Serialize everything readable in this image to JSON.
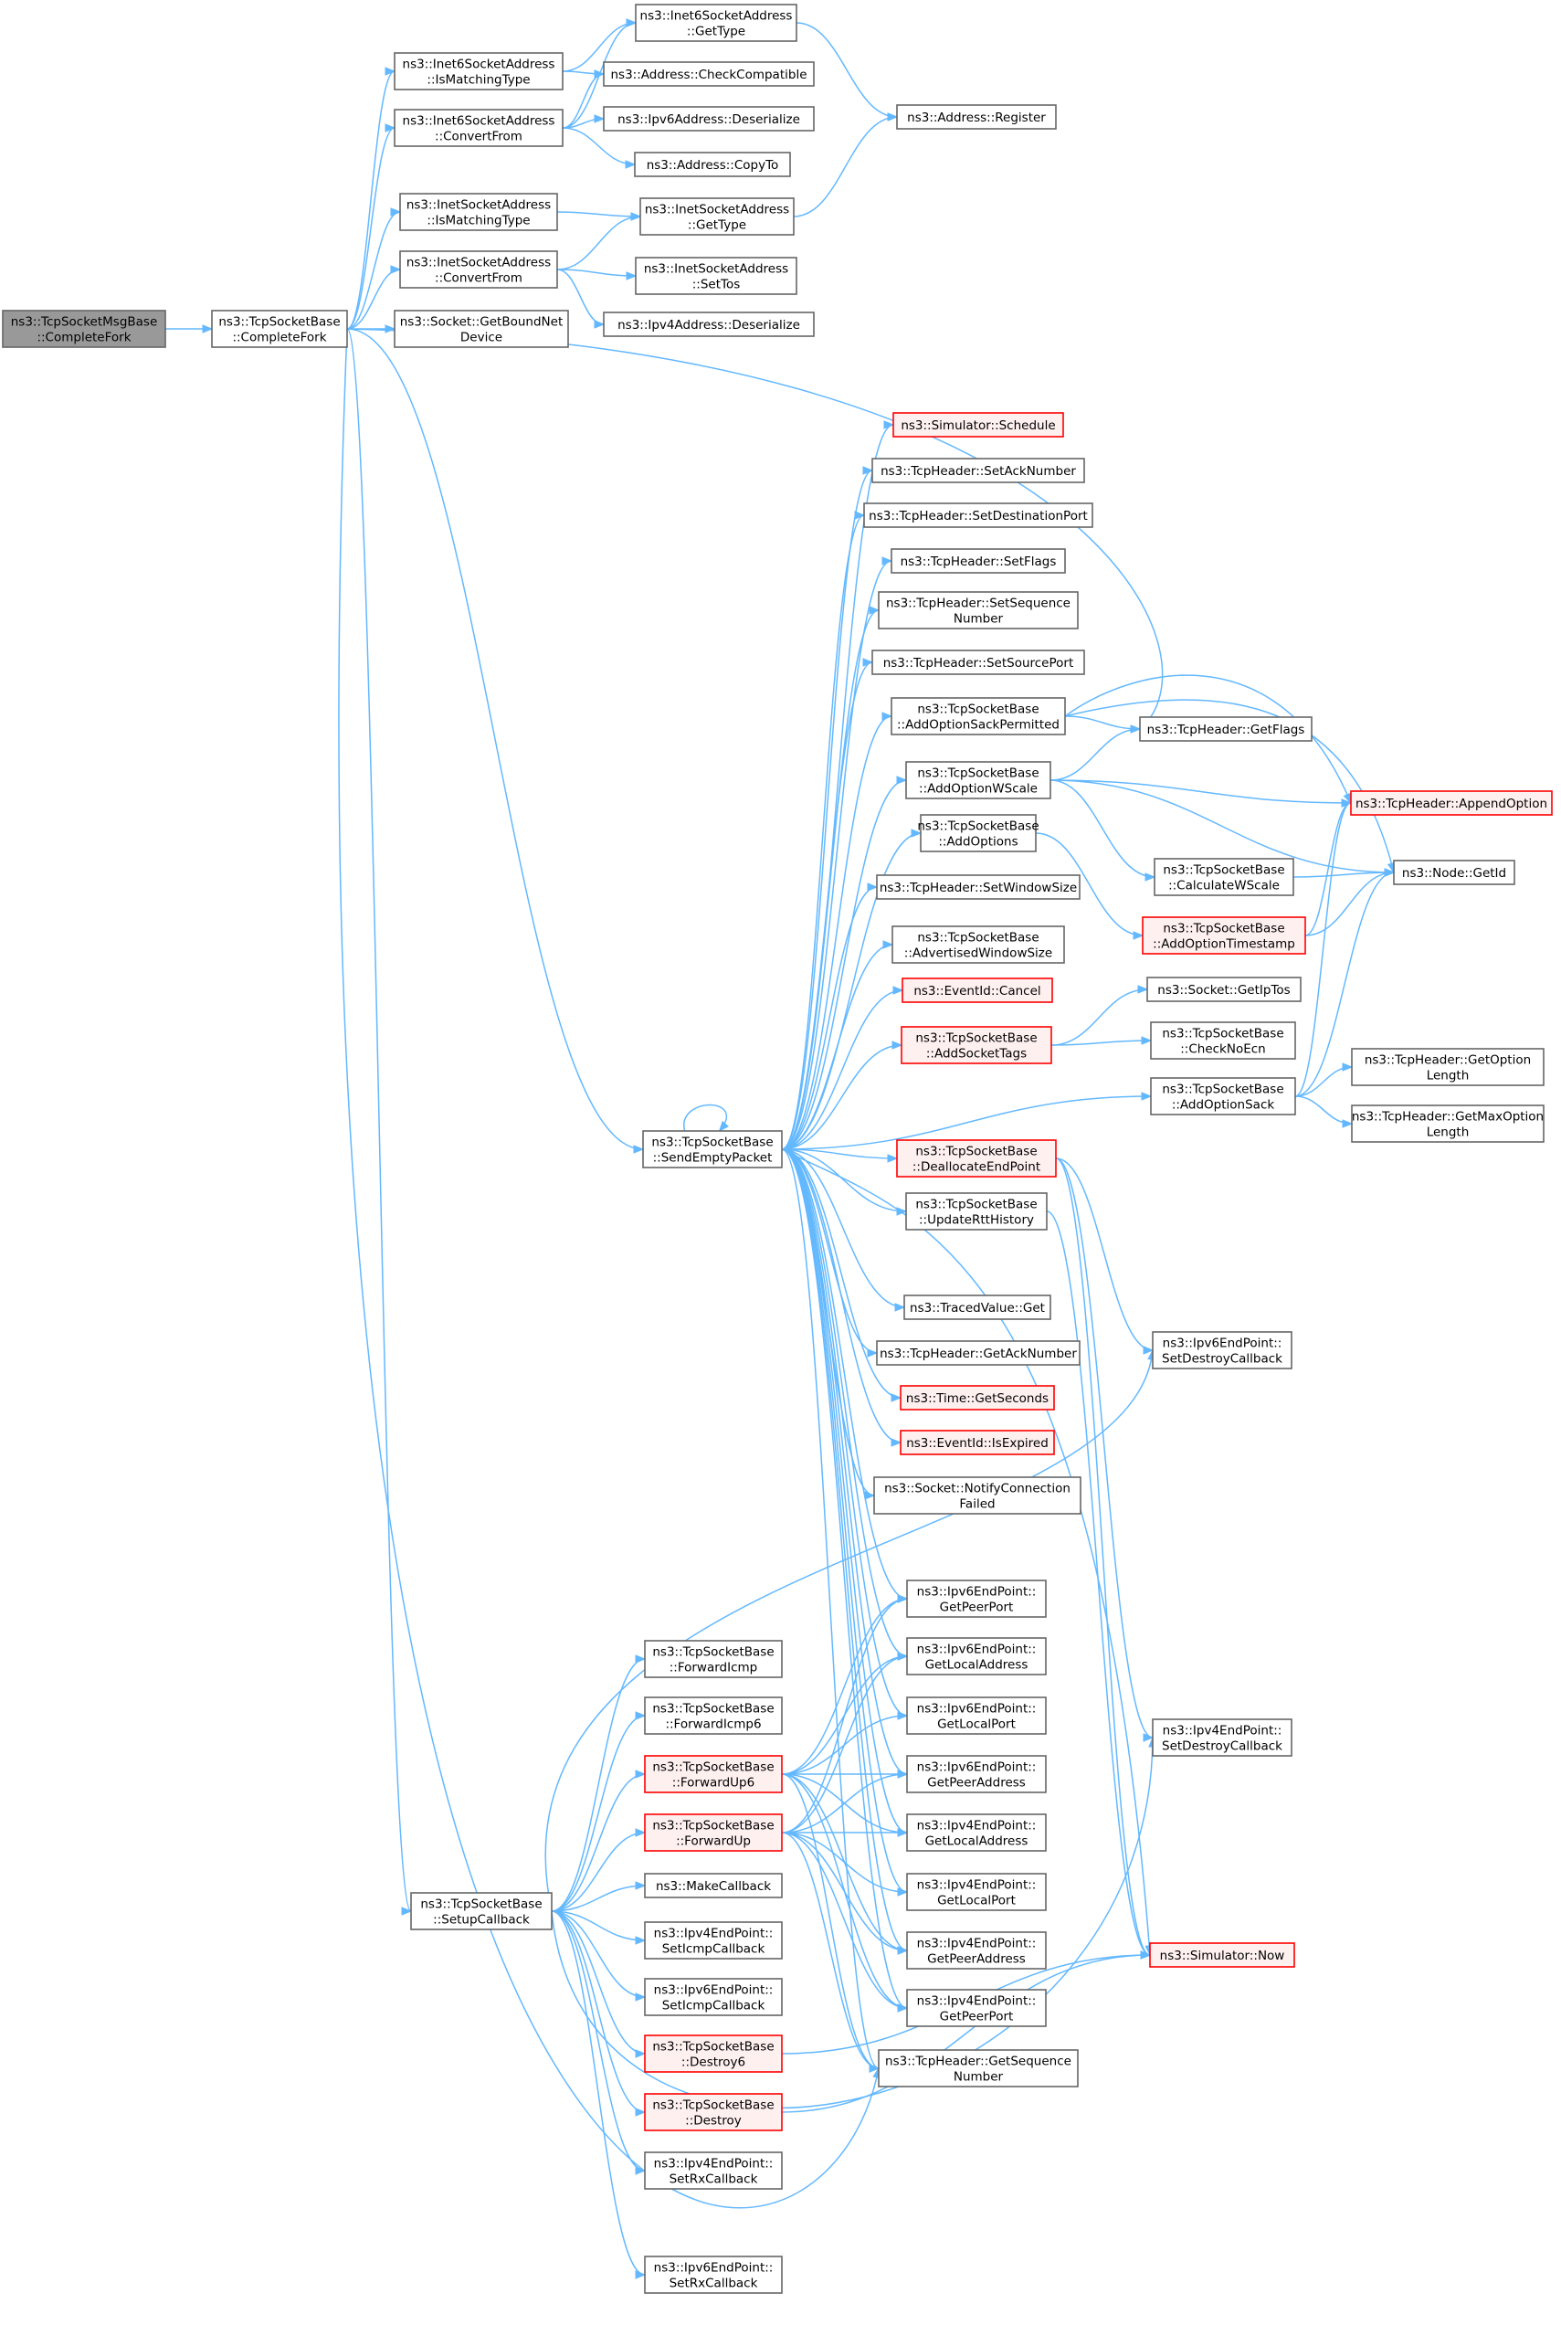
{
  "colors": {
    "edge": "#63b8ff",
    "node_fill": "#ffffff",
    "node_border": "#666666",
    "root_fill": "#999999",
    "root_border": "#666666",
    "truncated_fill": "#fff0f0",
    "truncated_border": "#ff0000"
  },
  "nodes": [
    {
      "id": "root",
      "lines": [
        "ns3::TcpSocketMsgBase",
        "::CompleteFork"
      ],
      "style": "root"
    },
    {
      "id": "cf",
      "lines": [
        "ns3::TcpSocketBase",
        "::CompleteFork"
      ],
      "style": "normal"
    },
    {
      "id": "i6imt",
      "lines": [
        "ns3::Inet6SocketAddress",
        "::IsMatchingType"
      ],
      "style": "normal"
    },
    {
      "id": "i6gt",
      "lines": [
        "ns3::Inet6SocketAddress",
        "::GetType"
      ],
      "style": "normal"
    },
    {
      "id": "acc",
      "lines": [
        "ns3::Address::CheckCompatible"
      ],
      "style": "normal"
    },
    {
      "id": "areg",
      "lines": [
        "ns3::Address::Register"
      ],
      "style": "normal"
    },
    {
      "id": "i6cf",
      "lines": [
        "ns3::Inet6SocketAddress",
        "::ConvertFrom"
      ],
      "style": "normal"
    },
    {
      "id": "ip6des",
      "lines": [
        "ns3::Ipv6Address::Deserialize"
      ],
      "style": "normal"
    },
    {
      "id": "acopy",
      "lines": [
        "ns3::Address::CopyTo"
      ],
      "style": "normal"
    },
    {
      "id": "i4imt",
      "lines": [
        "ns3::InetSocketAddress",
        "::IsMatchingType"
      ],
      "style": "normal"
    },
    {
      "id": "i4gt",
      "lines": [
        "ns3::InetSocketAddress",
        "::GetType"
      ],
      "style": "normal"
    },
    {
      "id": "i4cf",
      "lines": [
        "ns3::InetSocketAddress",
        "::ConvertFrom"
      ],
      "style": "normal"
    },
    {
      "id": "i4tos",
      "lines": [
        "ns3::InetSocketAddress",
        "::SetTos"
      ],
      "style": "normal"
    },
    {
      "id": "ip4des",
      "lines": [
        "ns3::Ipv4Address::Deserialize"
      ],
      "style": "normal"
    },
    {
      "id": "sgbnd",
      "lines": [
        "ns3::Socket::GetBoundNet",
        "Device"
      ],
      "style": "normal"
    },
    {
      "id": "sched",
      "lines": [
        "ns3::Simulator::Schedule"
      ],
      "style": "trunc"
    },
    {
      "id": "setack",
      "lines": [
        "ns3::TcpHeader::SetAckNumber"
      ],
      "style": "normal"
    },
    {
      "id": "setdp",
      "lines": [
        "ns3::TcpHeader::SetDestinationPort"
      ],
      "style": "normal"
    },
    {
      "id": "setfl",
      "lines": [
        "ns3::TcpHeader::SetFlags"
      ],
      "style": "normal"
    },
    {
      "id": "setseq",
      "lines": [
        "ns3::TcpHeader::SetSequence",
        "Number"
      ],
      "style": "normal"
    },
    {
      "id": "setsp",
      "lines": [
        "ns3::TcpHeader::SetSourcePort"
      ],
      "style": "normal"
    },
    {
      "id": "aosp",
      "lines": [
        "ns3::TcpSocketBase",
        "::AddOptionSackPermitted"
      ],
      "style": "normal"
    },
    {
      "id": "getfl",
      "lines": [
        "ns3::TcpHeader::GetFlags"
      ],
      "style": "normal"
    },
    {
      "id": "appopt",
      "lines": [
        "ns3::TcpHeader::AppendOption"
      ],
      "style": "trunc"
    },
    {
      "id": "aows",
      "lines": [
        "ns3::TcpSocketBase",
        "::AddOptionWScale"
      ],
      "style": "normal"
    },
    {
      "id": "getid",
      "lines": [
        "ns3::Node::GetId"
      ],
      "style": "normal"
    },
    {
      "id": "aopts",
      "lines": [
        "ns3::TcpSocketBase",
        "::AddOptions"
      ],
      "style": "normal"
    },
    {
      "id": "calcws",
      "lines": [
        "ns3::TcpSocketBase",
        "::CalculateWScale"
      ],
      "style": "normal"
    },
    {
      "id": "setwin",
      "lines": [
        "ns3::TcpHeader::SetWindowSize"
      ],
      "style": "normal"
    },
    {
      "id": "aots",
      "lines": [
        "ns3::TcpSocketBase",
        "::AddOptionTimestamp"
      ],
      "style": "trunc"
    },
    {
      "id": "advwin",
      "lines": [
        "ns3::TcpSocketBase",
        "::AdvertisedWindowSize"
      ],
      "style": "normal"
    },
    {
      "id": "evcan",
      "lines": [
        "ns3::EventId::Cancel"
      ],
      "style": "trunc"
    },
    {
      "id": "getiptos",
      "lines": [
        "ns3::Socket::GetIpTos"
      ],
      "style": "normal"
    },
    {
      "id": "addtags",
      "lines": [
        "ns3::TcpSocketBase",
        "::AddSocketTags"
      ],
      "style": "trunc"
    },
    {
      "id": "chkecn",
      "lines": [
        "ns3::TcpSocketBase",
        "::CheckNoEcn"
      ],
      "style": "normal"
    },
    {
      "id": "getoptlen",
      "lines": [
        "ns3::TcpHeader::GetOption",
        "Length"
      ],
      "style": "normal"
    },
    {
      "id": "aosack",
      "lines": [
        "ns3::TcpSocketBase",
        "::AddOptionSack"
      ],
      "style": "normal"
    },
    {
      "id": "getmaxopt",
      "lines": [
        "ns3::TcpHeader::GetMaxOption",
        "Length"
      ],
      "style": "normal"
    },
    {
      "id": "sep",
      "lines": [
        "ns3::TcpSocketBase",
        "::SendEmptyPacket"
      ],
      "style": "normal"
    },
    {
      "id": "dealloc",
      "lines": [
        "ns3::TcpSocketBase",
        "::DeallocateEndPoint"
      ],
      "style": "trunc"
    },
    {
      "id": "rtth",
      "lines": [
        "ns3::TcpSocketBase",
        "::UpdateRttHistory"
      ],
      "style": "normal"
    },
    {
      "id": "tvget",
      "lines": [
        "ns3::TracedValue::Get"
      ],
      "style": "normal"
    },
    {
      "id": "i6sdc",
      "lines": [
        "ns3::Ipv6EndPoint::",
        "SetDestroyCallback"
      ],
      "style": "normal"
    },
    {
      "id": "getack",
      "lines": [
        "ns3::TcpHeader::GetAckNumber"
      ],
      "style": "normal"
    },
    {
      "id": "getsec",
      "lines": [
        "ns3::Time::GetSeconds"
      ],
      "style": "trunc"
    },
    {
      "id": "isexp",
      "lines": [
        "ns3::EventId::IsExpired"
      ],
      "style": "trunc"
    },
    {
      "id": "ncf",
      "lines": [
        "ns3::Socket::NotifyConnection",
        "Failed"
      ],
      "style": "normal"
    },
    {
      "id": "i6gpp",
      "lines": [
        "ns3::Ipv6EndPoint::",
        "GetPeerPort"
      ],
      "style": "normal"
    },
    {
      "id": "fwicmp",
      "lines": [
        "ns3::TcpSocketBase",
        "::ForwardIcmp"
      ],
      "style": "normal"
    },
    {
      "id": "i6gla",
      "lines": [
        "ns3::Ipv6EndPoint::",
        "GetLocalAddress"
      ],
      "style": "normal"
    },
    {
      "id": "fwicmp6",
      "lines": [
        "ns3::TcpSocketBase",
        "::ForwardIcmp6"
      ],
      "style": "normal"
    },
    {
      "id": "i6glp",
      "lines": [
        "ns3::Ipv6EndPoint::",
        "GetLocalPort"
      ],
      "style": "normal"
    },
    {
      "id": "i4sdc",
      "lines": [
        "ns3::Ipv4EndPoint::",
        "SetDestroyCallback"
      ],
      "style": "normal"
    },
    {
      "id": "fwup6",
      "lines": [
        "ns3::TcpSocketBase",
        "::ForwardUp6"
      ],
      "style": "trunc"
    },
    {
      "id": "i6gpa",
      "lines": [
        "ns3::Ipv6EndPoint::",
        "GetPeerAddress"
      ],
      "style": "normal"
    },
    {
      "id": "fwup",
      "lines": [
        "ns3::TcpSocketBase",
        "::ForwardUp"
      ],
      "style": "trunc"
    },
    {
      "id": "i4gla",
      "lines": [
        "ns3::Ipv4EndPoint::",
        "GetLocalAddress"
      ],
      "style": "normal"
    },
    {
      "id": "mkcb",
      "lines": [
        "ns3::MakeCallback"
      ],
      "style": "normal"
    },
    {
      "id": "i4glp",
      "lines": [
        "ns3::Ipv4EndPoint::",
        "GetLocalPort"
      ],
      "style": "normal"
    },
    {
      "id": "setupcb",
      "lines": [
        "ns3::TcpSocketBase",
        "::SetupCallback"
      ],
      "style": "normal"
    },
    {
      "id": "i4sic",
      "lines": [
        "ns3::Ipv4EndPoint::",
        "SetIcmpCallback"
      ],
      "style": "normal"
    },
    {
      "id": "i4gpa",
      "lines": [
        "ns3::Ipv4EndPoint::",
        "GetPeerAddress"
      ],
      "style": "normal"
    },
    {
      "id": "simnow",
      "lines": [
        "ns3::Simulator::Now"
      ],
      "style": "trunc"
    },
    {
      "id": "i6sic",
      "lines": [
        "ns3::Ipv6EndPoint::",
        "SetIcmpCallback"
      ],
      "style": "normal"
    },
    {
      "id": "i4gpp",
      "lines": [
        "ns3::Ipv4EndPoint::",
        "GetPeerPort"
      ],
      "style": "normal"
    },
    {
      "id": "destroy6",
      "lines": [
        "ns3::TcpSocketBase",
        "::Destroy6"
      ],
      "style": "trunc"
    },
    {
      "id": "getseq",
      "lines": [
        "ns3::TcpHeader::GetSequence",
        "Number"
      ],
      "style": "normal"
    },
    {
      "id": "destroy",
      "lines": [
        "ns3::TcpSocketBase",
        "::Destroy"
      ],
      "style": "trunc"
    },
    {
      "id": "i4src",
      "lines": [
        "ns3::Ipv4EndPoint::",
        "SetRxCallback"
      ],
      "style": "normal"
    },
    {
      "id": "i6src",
      "lines": [
        "ns3::Ipv6EndPoint::",
        "SetRxCallback"
      ],
      "style": "normal"
    }
  ]
}
